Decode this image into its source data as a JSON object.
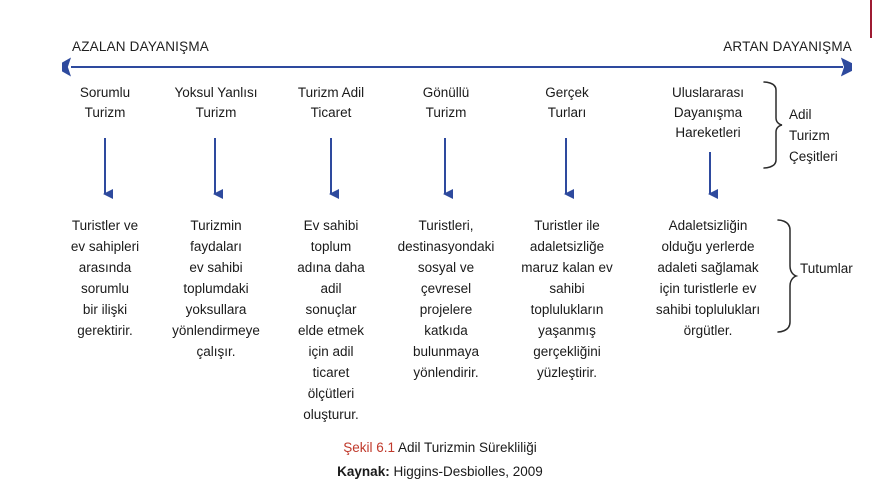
{
  "figure": {
    "axis": {
      "left_label": "AZALAN DAYANIŞMA",
      "right_label": "ARTAN DAYANIŞMA",
      "arrow_color": "#2e4a9e",
      "direction": "bidirectional"
    },
    "columns": [
      {
        "head": "Sorumlu\nTurizm",
        "head_lines": [
          "Sorumlu",
          "Turizm"
        ],
        "body": "Turistler ve ev sahipleri arasında sorumlu bir ilişki gerektirir.",
        "body_lines": [
          "Turistler ve",
          "ev sahipleri",
          "arasında",
          "sorumlu",
          "bir ilişki",
          "gerektirir."
        ]
      },
      {
        "head": "Yoksul Yanlısı\nTurizm",
        "head_lines": [
          "Yoksul Yanlısı",
          "Turizm"
        ],
        "body": "Turizmin faydaları ev sahibi toplumdaki yoksullara yönlendirmeye çalışır.",
        "body_lines": [
          "Turizmin",
          "faydaları",
          "ev sahibi",
          "toplumdaki",
          "yoksullara",
          "yönlendirmeye",
          "çalışır."
        ]
      },
      {
        "head": "Turizm Adil\nTicaret",
        "head_lines": [
          "Turizm Adil",
          "Ticaret"
        ],
        "body": "Ev sahibi toplum adına daha adil sonuçlar elde etmek için adil ticaret ölçütleri oluşturur.",
        "body_lines": [
          "Ev sahibi",
          "toplum",
          "adına daha",
          "adil",
          "sonuçlar",
          "elde etmek",
          "için adil",
          "ticaret",
          "ölçütleri",
          "oluşturur."
        ]
      },
      {
        "head": "Gönüllü\nTurizm",
        "head_lines": [
          "Gönüllü",
          "Turizm"
        ],
        "body": "Turistleri, destinasyondaki sosyal ve çevresel projelere katkıda bulunmaya yönlendirir.",
        "body_lines": [
          "Turistleri,",
          "destinasyondaki",
          "sosyal ve",
          "çevresel",
          "projelere",
          "katkıda",
          "bulunmaya",
          "yönlendirir."
        ]
      },
      {
        "head": "Gerçek\nTurları",
        "head_lines": [
          "Gerçek",
          "Turları"
        ],
        "body": "Turistler ile adaletsizliğe maruz kalan ev sahibi toplulukların yaşanmış gerçekliğini yüzleştirir.",
        "body_lines": [
          "Turistler ile",
          "adaletsizliğe",
          "maruz kalan ev",
          "sahibi",
          "toplulukların",
          "yaşanmış",
          "gerçekliğini",
          "yüzleştirir."
        ]
      },
      {
        "head": "Uluslararası\nDayanışma\nHareketleri",
        "head_lines": [
          "Uluslararası",
          "Dayanışma",
          "Hareketleri"
        ],
        "body": "Adaletsizliğin olduğu yerlerde adaleti sağlamak için turistlerle ev sahibi toplulukları örgütler.",
        "body_lines": [
          "Adaletsizliğin",
          "olduğu yerlerde",
          "adaleti sağlamak",
          "için turistlerle ev",
          "sahibi toplulukları",
          "örgütler."
        ]
      }
    ],
    "groups": {
      "types_label": "Adil\nTurizm\nÇeşitleri",
      "types_label_lines": [
        "Adil",
        "Turizm",
        "Çeşitleri"
      ],
      "attitudes_label": "Tutumlar"
    },
    "caption": {
      "figure_number": "Şekil 6.1",
      "figure_title": "Adil Turizmin Sürekliliği",
      "source_label": "Kaynak:",
      "source_value": "Higgins-Desbiolles, 2009",
      "number_color": "#c0392b"
    },
    "edge_rule_color": "#9e1b32"
  }
}
